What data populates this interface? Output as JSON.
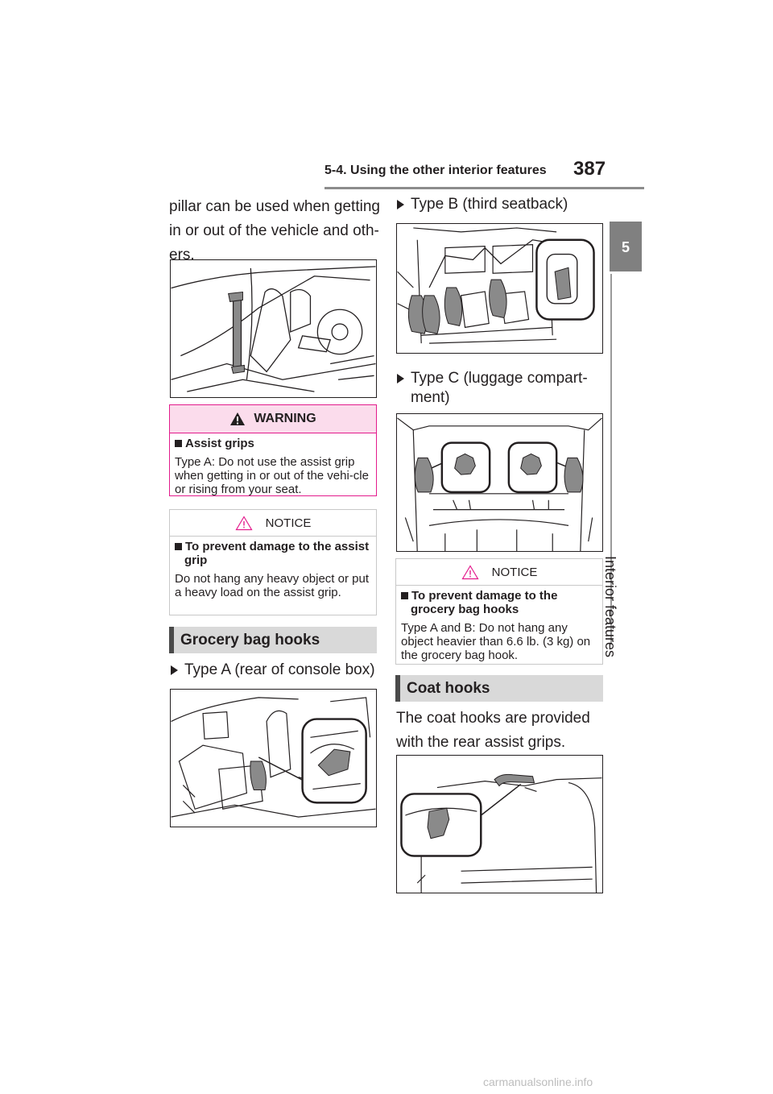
{
  "header": {
    "section_title": "5-4. Using the other interior features",
    "page_number": "387"
  },
  "side_tab": {
    "number": "5",
    "label": "Interior features"
  },
  "left": {
    "intro": "pillar can be used when getting in or out of the vehicle and oth-ers.",
    "warning": {
      "head": "WARNING",
      "sub": "Assist grips",
      "body": "Type A: Do not use the assist grip when getting in or out of the vehi-cle or rising from your seat."
    },
    "notice": {
      "head": "NOTICE",
      "sub": "To prevent damage to the assist grip",
      "body": "Do not hang any heavy object or put a heavy load on the assist grip."
    },
    "section_heading": "Grocery bag hooks",
    "type_a": "Type A (rear of console box)"
  },
  "right": {
    "type_b": "Type B (third seatback)",
    "type_c": "Type C (luggage compart-ment)",
    "notice": {
      "head": "NOTICE",
      "sub": "To prevent damage to the grocery bag hooks",
      "body": "Type A and B: Do not hang any object heavier than 6.6 lb. (3 kg) on the grocery bag hook."
    },
    "section_heading": "Coat hooks",
    "coat_text": "The coat hooks are provided with the rear assist grips."
  },
  "footer": "carmanualsonline.info",
  "colors": {
    "warning": "#e31b8c",
    "warning_bg": "#fbdcec",
    "heading_bg": "#d9d9d9",
    "notice_icon": "#e31b8c"
  }
}
